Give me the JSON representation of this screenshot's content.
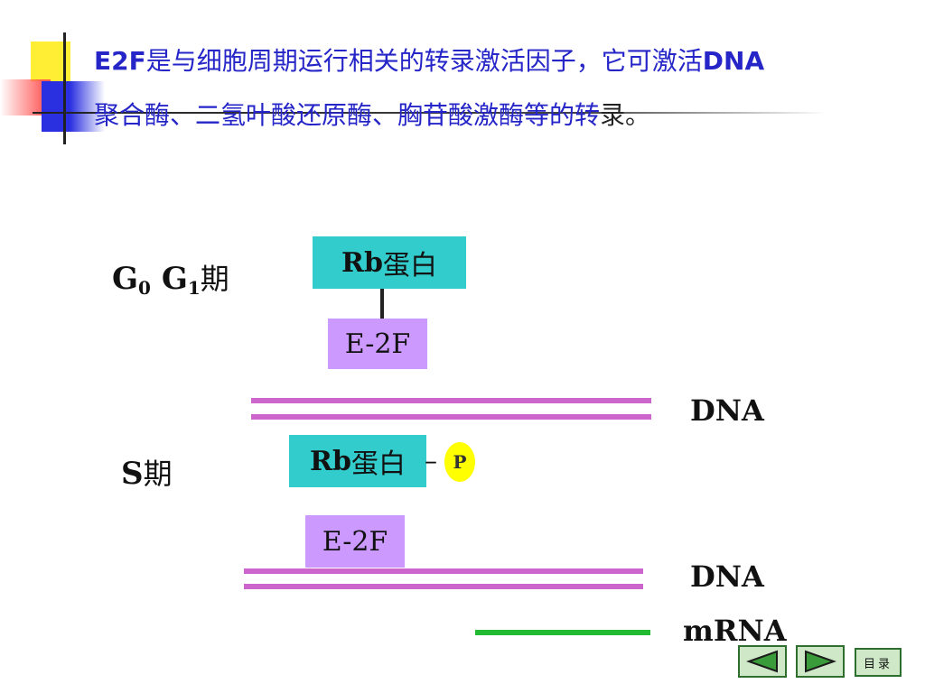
{
  "header": {
    "line1_prefix": "E2F",
    "line1_text": "是与细胞周期运行相关的转录激活因子，它可激活",
    "line1_suffix": "DNA",
    "line2_main": "聚合酶、二氢叶酸还原酶、胸苷酸激酶等的转",
    "line2_tail": "录。"
  },
  "g_phase": {
    "g0": "G",
    "g0_sub": "0",
    "g1": "G",
    "g1_sub": "1",
    "suffix": "期",
    "rb_latin": "Rb",
    "rb_cjk": "蛋白",
    "e2f": "E-2F",
    "dna": "DNA"
  },
  "s_phase": {
    "label_latin": "S",
    "label_cjk": "期",
    "rb_latin": "Rb",
    "rb_cjk": "蛋白",
    "dash": "–",
    "phosphate": "P",
    "e2f": "E-2F",
    "dna": "DNA",
    "mrna": "mRNA"
  },
  "nav": {
    "prev_icon": "triangle-left-icon",
    "next_icon": "triangle-right-icon",
    "menu_label": "目录"
  },
  "colors": {
    "title_blue": "#2525c8",
    "rb_box": "#33cccc",
    "e2f_box": "#cc99ff",
    "dna_strand": "#cc66cc",
    "mrna_strand": "#22bb33",
    "phosphate": "#ffff00",
    "nav_bg": "#cfe8c8"
  }
}
